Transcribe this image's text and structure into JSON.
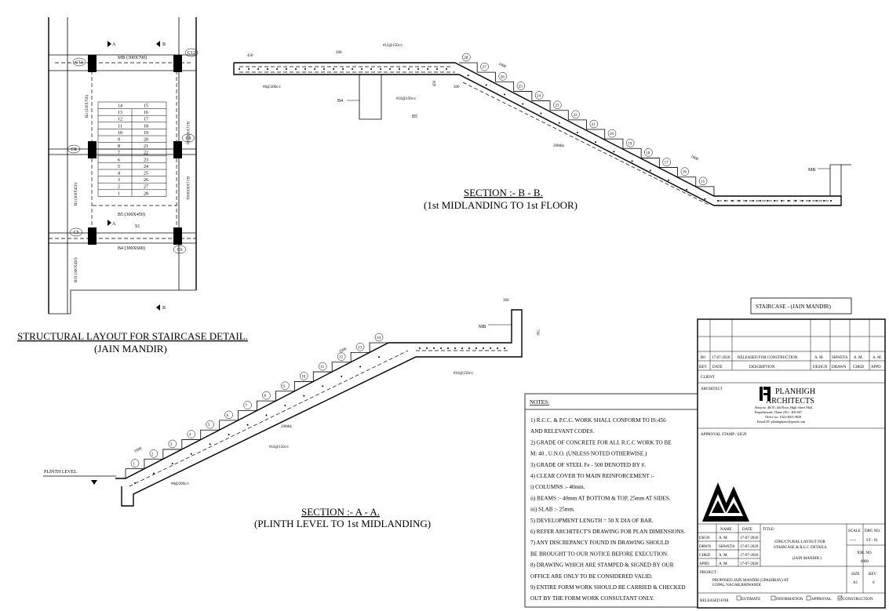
{
  "plan": {
    "title": "STRUCTURAL LAYOUT FOR STAIRCASE DETAIL.",
    "subtitle": "(JAIN MANDIR)",
    "beams": {
      "mb": "MB (300X700)",
      "b2_left": "B2 (230X700)",
      "b2_right": "B2 (300X600)",
      "b3": "B3 (300X450)",
      "b3_right": "B2 (300X600)",
      "b5": "B5 (300X450)",
      "b4": "B4 (300X600)",
      "b19": "B19 (300X450)"
    },
    "columns": [
      "C11",
      "C12",
      "C8",
      "C9",
      "C5",
      "C6"
    ],
    "section_marks": [
      "A",
      "B",
      "A",
      "B"
    ],
    "slab": "S1",
    "steps_left": [
      "14",
      "13",
      "12",
      "11",
      "10",
      "9",
      "8",
      "7",
      "6",
      "5",
      "4",
      "3",
      "2",
      "1"
    ],
    "steps_right": [
      "15",
      "16",
      "17",
      "18",
      "19",
      "20",
      "21",
      "22",
      "23",
      "24",
      "25",
      "26",
      "27",
      "28"
    ]
  },
  "section_bb": {
    "title": "SECTION :- B - B.",
    "subtitle": "(1st MIDLANDING TO 1st FLOOR)",
    "dims": [
      "450",
      "200",
      "300",
      "450",
      "1000",
      "1000"
    ],
    "bars": [
      "#12@150c/c",
      "#8@200c/c",
      "#10@150c/c",
      "200thk"
    ],
    "tags": [
      "B4",
      "B5",
      "MB"
    ],
    "steps": [
      "28",
      "27",
      "26",
      "25",
      "24",
      "23",
      "22",
      "21",
      "20",
      "19",
      "18",
      "17",
      "16",
      "15"
    ]
  },
  "section_aa": {
    "title": "SECTION :- A - A.",
    "subtitle": "(PLINTH LEVEL TO 1st MIDLANDING)",
    "dims": [
      "300",
      "700",
      "1000",
      "1000"
    ],
    "bars": [
      "#16@150c/c",
      "#16@150c/c",
      "#8@200c/c",
      "200thk"
    ],
    "tags": [
      "MB"
    ],
    "plinth": "PLINTH LEVEL",
    "steps": [
      "1",
      "2",
      "3",
      "4",
      "5",
      "6",
      "7",
      "8",
      "9",
      "10",
      "11",
      "12",
      "13",
      "14"
    ]
  },
  "notes": {
    "heading": "NOTES:",
    "lines": [
      "1)   R.C.C. & P.C.C. WORK SHALL CONFORM TO IS:456",
      "       AND RELEVANT CODES.",
      "2)   GRADE OF CONCRETE FOR ALL R.C.C WORK TO BE",
      "       M: 40 , U.N.O.   (UNLESS NOTED OTHERWISE.)",
      "3)   GRADE OF STEEL Fe - 500  DENOTED BY #.",
      "4)    CLEAR COVER TO MAIN REINFORCEMENT :-",
      "             i) COLUMNS :- 40mm.",
      "             ii) BEAMS :- 40mm AT BOTTOM & TOP, 25mm AT SIDES.",
      "             iii) SLAB :- 25mm.",
      "5)   DEVELOPMENT LENGTH = 50 X DIA OF BAR.",
      "6)   REFER ARCHITECT'S DRAWING FOR PLAN DIMENSIONS.",
      "7)   ANY DISCREPANCY FOUND IN DRAWING SHOULD",
      "       BE BROUGHT TO OUR NOTICE BEFORE EXECUTION.",
      "8)   DRAWING WHICH ARE STAMPED & SIGNED BY OUR",
      "       OFFICE ARE ONLY TO BE CONSIDERED VALID.",
      "9)   ENTIRE FORM WORK SHOULD BE CARRIED & CHECKED",
      "       OUT BY THE FORM WORK CONSULTANT ONLY."
    ]
  },
  "title_block": {
    "top_title": "STAIRCASE - (JAIN MANDIR)",
    "revision": {
      "rev": "R0",
      "date": "17-07-2020",
      "desc": "RELEASED FOR CONSTRUCTION.",
      "dsgn": "A. M.",
      "drawn": "SHWETA",
      "chkd": "A. M.",
      "appd": "A. M."
    },
    "rev_headers": [
      "REV.",
      "DATE",
      "DESCRIPTION",
      "DESIGN",
      "DRAWN",
      "CHKD",
      "APPD"
    ],
    "client": "CLIENT",
    "architect": "ARCHITECT",
    "firm_line1": "PLANHIGH",
    "firm_line2": "ARCHITECTS",
    "firm_addr1": "Shop no. 48/10, 4th Floor, High Street Mall,",
    "firm_addr2": "Kapurbawadi, Thane (W) - 400 607",
    "firm_addr3": "Office no.: (022-4003 9828",
    "firm_addr4": "Email ID: planhighpmc@gmail.com",
    "approval": "APPROVAL STAMP / SIGN",
    "sign_headers": [
      "NAME",
      "DATE"
    ],
    "signoff": [
      {
        "role": "DSGN",
        "name": "A. M.",
        "date": "17-07-2020"
      },
      {
        "role": "DRWN",
        "name": "SHWETA",
        "date": "17-07-2020"
      },
      {
        "role": "CHKD",
        "name": "A. M.",
        "date": "17-07-2020"
      },
      {
        "role": "APPD",
        "name": "A. M.",
        "date": "17-07-2020"
      }
    ],
    "title_label": "TITLE:",
    "title_text1": "STRUCTURAL LAYOUT FOR",
    "title_text2": "STAIRCASE & R.C.C DETAILS.",
    "title_text3": "(JAIN MANDIR )",
    "scale_label": "SCALE",
    "scale_val": "-----",
    "drg_label": "DRG NO.",
    "drg_val": "ST - 01",
    "job_label": "JOB. NO.",
    "job_val": "0000",
    "project_label": "PROJECT :",
    "project_line1": "PROPOSED JAIN MANDIR (UPASHRAY) AT",
    "project_line2": "GOPAL NAGAR,BHIWANDI",
    "size_label": "SIZE",
    "size_val": "A1",
    "rev_label": "REV",
    "rev_val": "0",
    "released_for": "RELEASED FOR",
    "release_opts": [
      "ESTIMATE",
      "INFORMATION",
      "APPROVAL",
      "CONSTRUCTION"
    ]
  }
}
